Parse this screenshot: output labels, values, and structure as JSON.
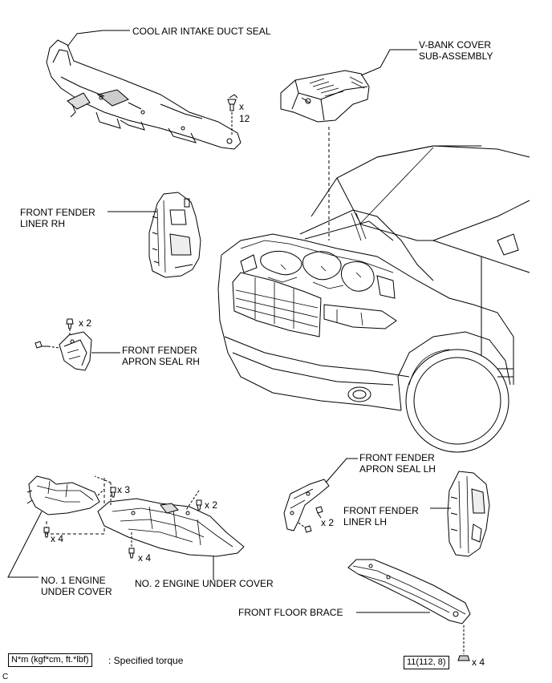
{
  "labels": {
    "cool_air_intake_duct_seal": "COOL AIR INTAKE DUCT SEAL",
    "v_bank_cover_line1": "V-BANK COVER",
    "v_bank_cover_line2": "SUB-ASSEMBLY",
    "front_fender_liner_rh_line1": "FRONT FENDER",
    "front_fender_liner_rh_line2": "LINER RH",
    "front_fender_apron_seal_rh_line1": "FRONT FENDER",
    "front_fender_apron_seal_rh_line2": "APRON SEAL RH",
    "front_fender_apron_seal_lh_line1": "FRONT FENDER",
    "front_fender_apron_seal_lh_line2": "APRON SEAL LH",
    "front_fender_liner_lh_line1": "FRONT FENDER",
    "front_fender_liner_lh_line2": "LINER LH",
    "no1_engine_under_cover_line1": "NO. 1 ENGINE",
    "no1_engine_under_cover_line2": "UNDER COVER",
    "no2_engine_under_cover": "NO. 2 ENGINE UNDER COVER",
    "front_floor_brace": "FRONT FLOOR BRACE"
  },
  "quantities": {
    "duct_seal_clips_x": "x",
    "duct_seal_clips_n": "12",
    "apron_seal_rh": "x 2",
    "no2_cover_top": "x 3",
    "no2_cover_right": "x 2",
    "no1_cover_bottom": "x 4",
    "no2_cover_bottom": "x 4",
    "apron_seal_lh": "x 2",
    "floor_brace_bolts": "x 4"
  },
  "torque": {
    "legend_box": "N*m (kgf*cm, ft.*lbf)",
    "legend_text": ": Specified torque",
    "floor_brace_value": "11(112, 8)"
  },
  "corner_mark": "C"
}
